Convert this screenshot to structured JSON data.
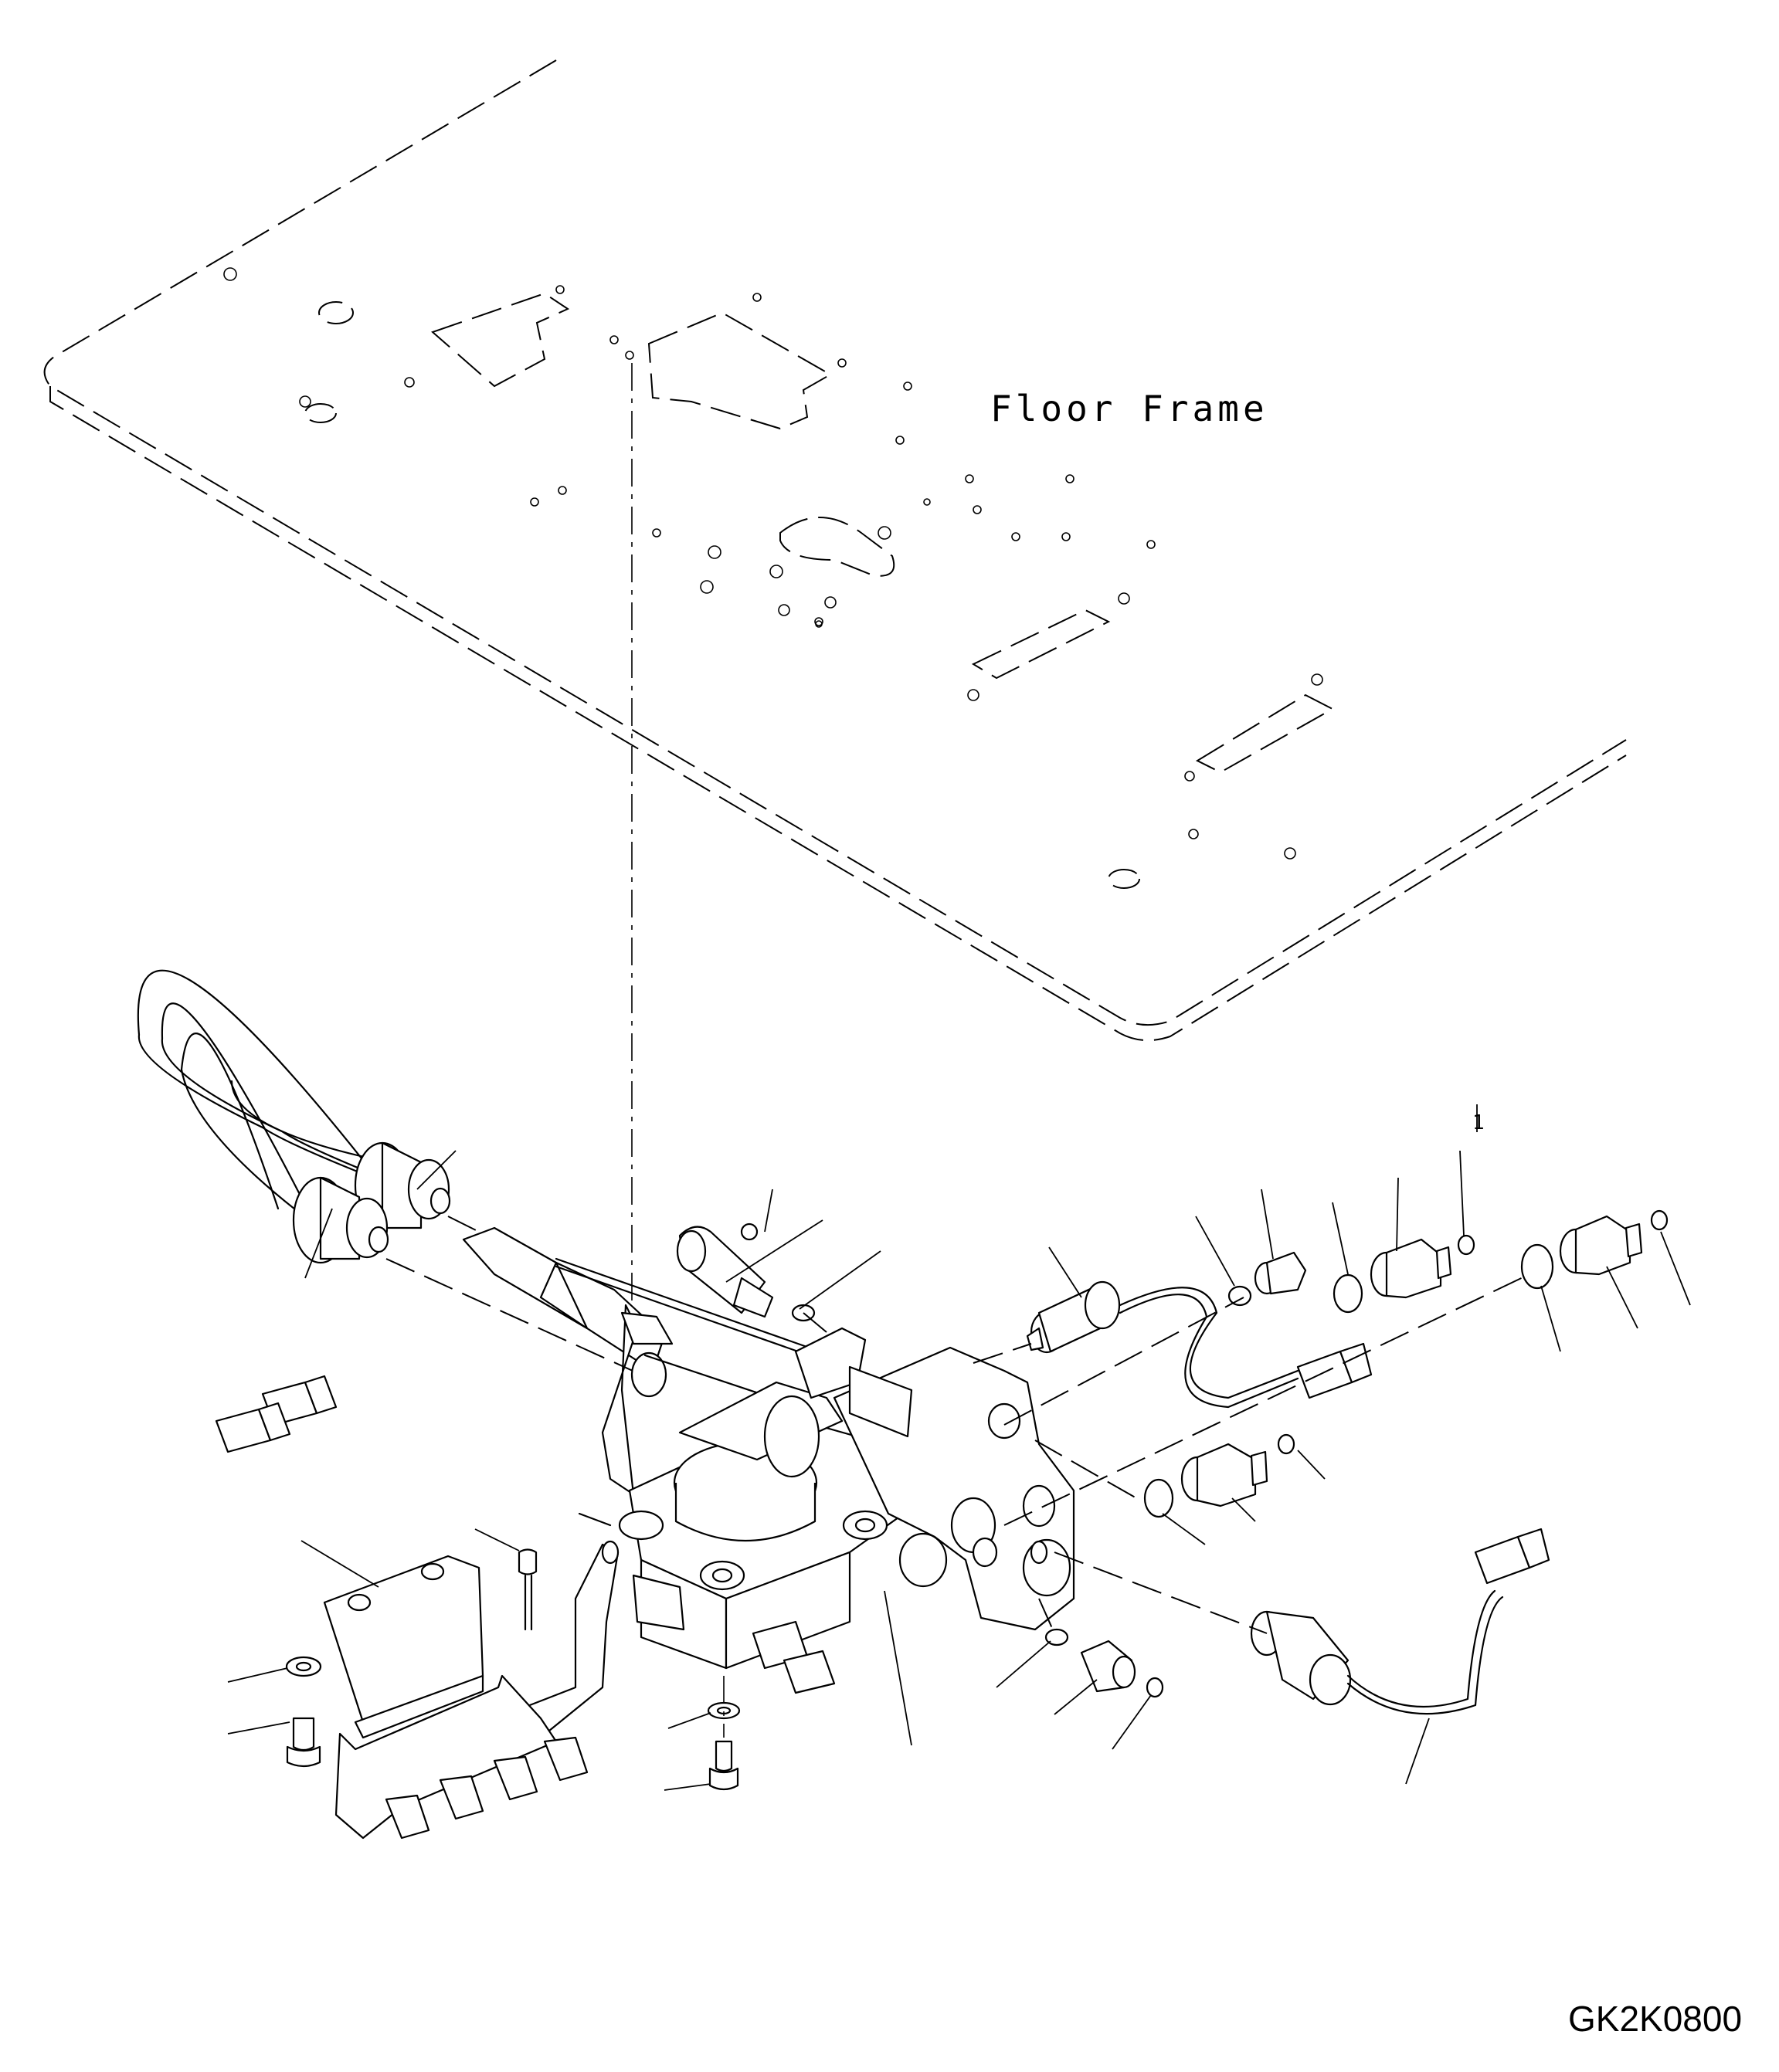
{
  "diagram": {
    "frame_label": "Floor Frame",
    "drawing_id": "GK2K0800",
    "reference_mark": "1"
  }
}
